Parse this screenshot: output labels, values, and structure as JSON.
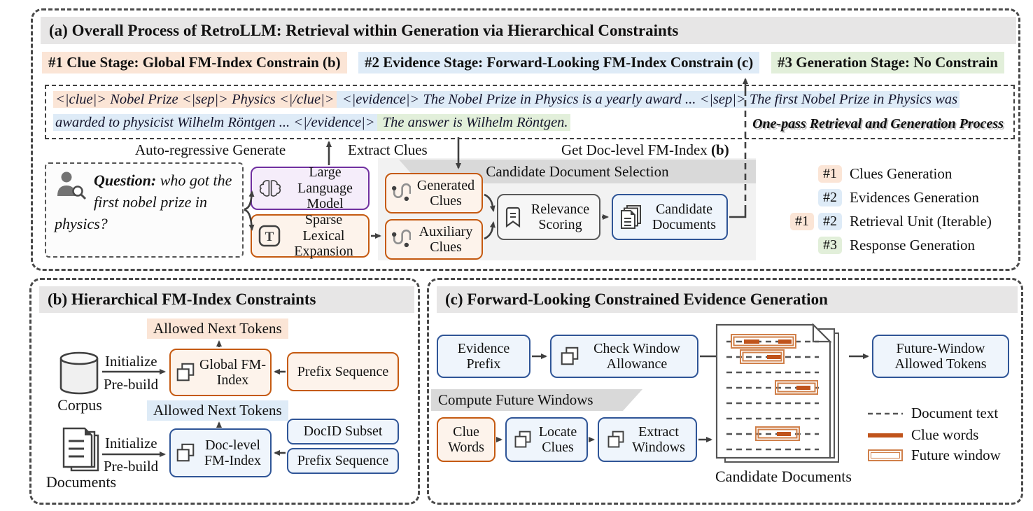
{
  "panel_a": {
    "title": "(a) Overall Process of RetroLLM: Retrieval within Generation via Hierarchical Constraints",
    "stage1": "#1 Clue Stage: Global FM-Index Constrain (b)",
    "stage2": "#2 Evidence Stage: Forward-Looking FM-Index Constrain (c)",
    "stage3": "#3 Generation Stage: No Constrain",
    "sequence": {
      "clue": "<|clue|> Nobel Prize <|sep|> Physics <|/clue|>",
      "evidence": " <|evidence|> The Nobel Prize in Physics is a yearly award ... <|sep|> The first Nobel Prize in Physics was awarded to physicist Wilhelm Röntgen ... <|/evidence|>",
      "answer": " The answer is Wilhelm Röntgen.",
      "caption": "One-pass Retrieval and Generation Process"
    },
    "labels": {
      "auto_regressive": "Auto-regressive Generate",
      "extract_clues": "Extract Clues",
      "get_doc_level": "Get Doc-level FM-Index ",
      "get_doc_level_ref": "(b)",
      "candidate_selection": "Candidate Document Selection"
    },
    "question": {
      "label": "Question:",
      "text": " who got the first nobel prize in physics?"
    },
    "nodes": {
      "llm": "Large Language Model",
      "sle": "Sparse Lexical Expansion",
      "generated_clues": "Generated Clues",
      "auxiliary_clues": "Auxiliary Clues",
      "relevance_scoring": "Relevance Scoring",
      "candidate_documents": "Candidate Documents"
    },
    "legend": [
      {
        "badges": [
          "#1"
        ],
        "label": "Clues Generation"
      },
      {
        "badges": [
          "#2"
        ],
        "label": "Evidences Generation"
      },
      {
        "badges": [
          "#1",
          "#2"
        ],
        "label": "Retrieval Unit (Iterable)"
      },
      {
        "badges": [
          "#3"
        ],
        "label": "Response Generation"
      }
    ]
  },
  "panel_b": {
    "title": "(b) Hierarchical FM-Index Constraints",
    "allowed_next_tokens": "Allowed Next Tokens",
    "initialize": "Initialize",
    "prebuild": "Pre-build",
    "corpus": "Corpus",
    "documents": "Documents",
    "global_fm_index": "Global FM-Index",
    "doc_level_fm_index": "Doc-level FM-Index",
    "prefix_sequence": "Prefix Sequence",
    "docid_subset": "DocID Subset"
  },
  "panel_c": {
    "title": "(c) Forward-Looking Constrained Evidence Generation",
    "evidence_prefix": "Evidence Prefix",
    "check_window_allowance": "Check Window Allowance",
    "compute_future_windows": "Compute Future Windows",
    "clue_words": "Clue Words",
    "locate_clues": "Locate Clues",
    "extract_windows": "Extract Windows",
    "future_window_allowed_tokens": "Future-Window Allowed Tokens",
    "candidate_documents": "Candidate Documents",
    "legend": {
      "document_text": "Document text",
      "clue_words": "Clue words",
      "future_window": "Future window"
    }
  },
  "colors": {
    "clue_stage_bg": "#FBE5D6",
    "evidence_stage_bg": "#DEEBF7",
    "generation_stage_bg": "#E2EFDA",
    "orange_border": "#C55A11",
    "blue_border": "#2F5597",
    "purple_border": "#7030A0",
    "banner_gray": "#D9D9D9",
    "title_gray": "#E7E6E6"
  }
}
